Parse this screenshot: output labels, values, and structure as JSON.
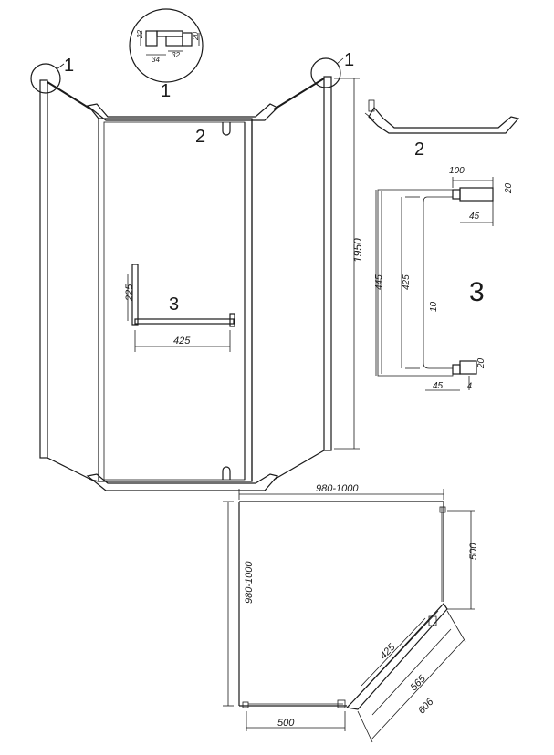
{
  "callouts": {
    "corner_left": "1",
    "corner_right": "1",
    "detail_1": "1",
    "bar_2": "2",
    "bar_2_detail": "2",
    "handle_3": "3",
    "handle_3_detail": "3"
  },
  "profile_detail": {
    "dim_22": "22",
    "dim_20": "20",
    "dim_34": "34",
    "dim_32": "32"
  },
  "front_view": {
    "height": "1950",
    "handle_height": "225",
    "handle_width": "425"
  },
  "handle_detail": {
    "top_width": "100",
    "top_depth": "20",
    "top_offset": "45",
    "overall_height": "445",
    "inner_height": "425",
    "bar_diameter": "10",
    "bottom_depth": "20",
    "bottom_offset": "45",
    "bottom_gap": "4"
  },
  "plan_view": {
    "width": "980-1000",
    "depth": "980-1000",
    "side_right": "500",
    "side_bottom": "500",
    "door_opening": "425",
    "door_panel": "565",
    "diagonal": "606"
  }
}
